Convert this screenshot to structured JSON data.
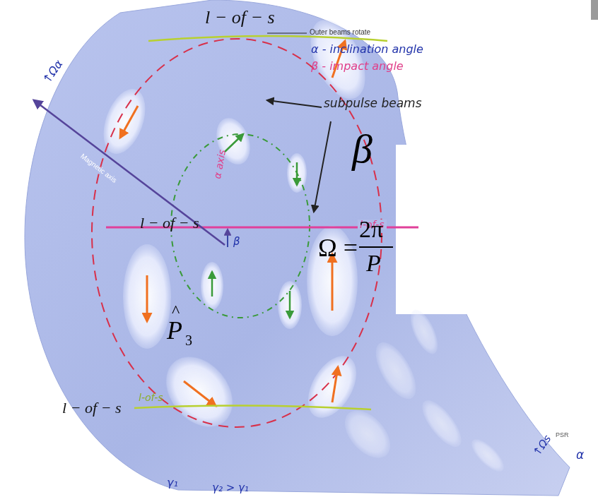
{
  "diagram": {
    "labels": [
      "l − of − s",
      "Outer beams rotate",
      "α - inclination angle",
      "β - impact angle",
      "Magnetic axis",
      "↑Ωα",
      "α axis",
      "β",
      "subpulse beams",
      "β",
      "l − of − s",
      "l-of-s",
      "Ω =",
      "2π",
      "P",
      "^",
      "P",
      "3",
      "l − of − s",
      "l-of-s",
      "PSR",
      "γ₁",
      "γ₂ > γ₁",
      "↑Ωs",
      "α"
    ]
  }
}
